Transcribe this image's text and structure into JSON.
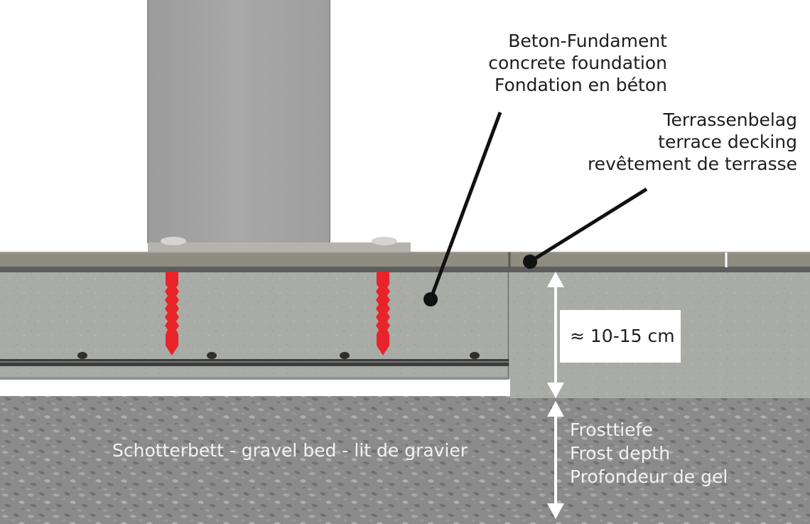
{
  "labels": {
    "foundation": [
      "Beton-Fundament",
      "concrete foundation",
      "Fondation en béton"
    ],
    "decking": [
      "Terrassenbelag",
      "terrace decking",
      "revêtement de terrasse"
    ],
    "thickness": "≈ 10-15 cm",
    "gravel": "Schotterbett - gravel bed - lit de gravier",
    "frost": [
      "Frosttiefe",
      "Frost depth",
      "Profondeur de gel"
    ]
  },
  "colors": {
    "post": "#a3a3a3",
    "base_plate": "#b7b5af",
    "decking": "#8f8c82",
    "concrete": "#a9aca7",
    "gravel": "#8d8d8d",
    "anchor": "#e8242a",
    "leader": "#111111",
    "arrow": "#ffffff"
  }
}
